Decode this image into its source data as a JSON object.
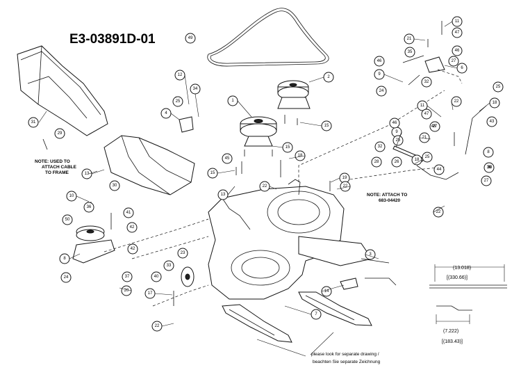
{
  "diagram": {
    "title": "E3-03891D-01",
    "notes": {
      "cable": [
        "NOTE: USED TO",
        "ATTACH CABLE",
        "TO FRAME"
      ],
      "attach": [
        "NOTE: ATTACH TO",
        "683-04420"
      ]
    },
    "dimensions": {
      "top": [
        "(13.018)",
        "[(330.66)]"
      ],
      "bottom": [
        "(7.222)",
        "[(183.43)]"
      ]
    },
    "footer": [
      "please look for separate drawing /",
      "beachten Sie separate Zeichnung"
    ],
    "callouts": [
      "1",
      "2",
      "3",
      "4",
      "6",
      "7",
      "8",
      "8",
      "9",
      "9",
      "10",
      "11",
      "11",
      "12",
      "13",
      "13",
      "14",
      "15",
      "15",
      "15",
      "17",
      "18",
      "18",
      "18",
      "19",
      "20",
      "21",
      "21",
      "22",
      "22",
      "22",
      "22",
      "22",
      "23",
      "24",
      "24",
      "25",
      "25",
      "25",
      "25",
      "26",
      "27",
      "27",
      "27",
      "28",
      "29",
      "30",
      "31",
      "32",
      "32",
      "33",
      "34",
      "35",
      "36",
      "36",
      "37",
      "38",
      "40",
      "41",
      "42",
      "42",
      "43",
      "44",
      "45",
      "46",
      "46",
      "46",
      "47",
      "47",
      "48",
      "49",
      "50"
    ]
  }
}
